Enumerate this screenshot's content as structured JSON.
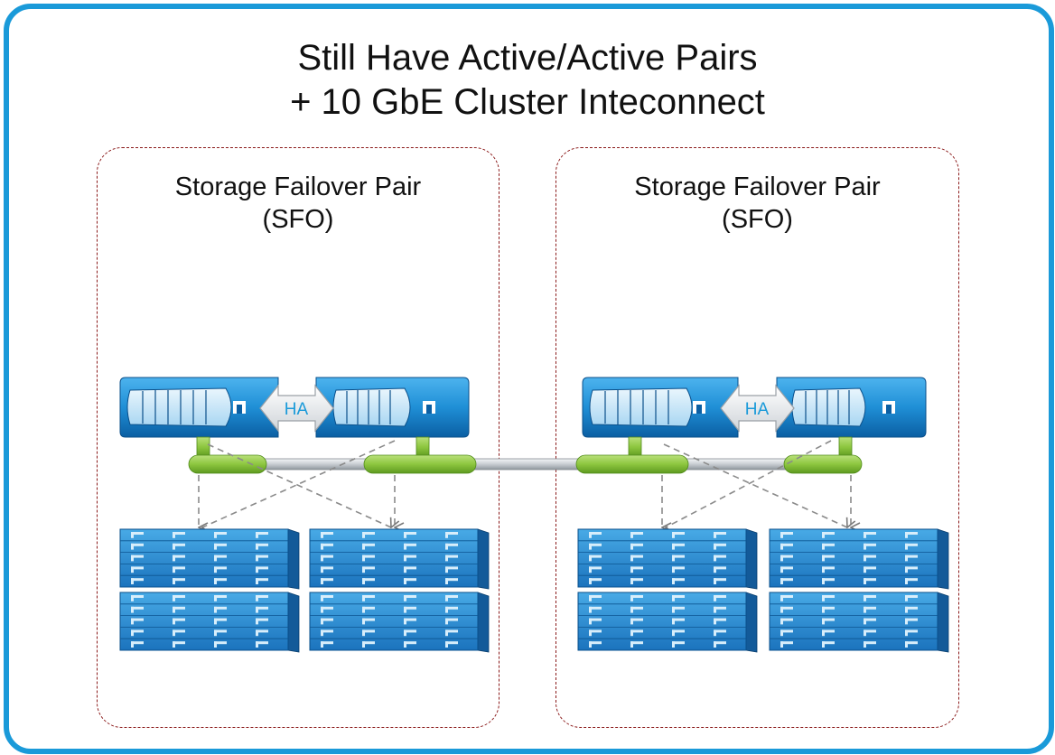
{
  "title": {
    "line1": "Still Have Active/Active Pairs",
    "line2": "+ 10 GbE Cluster Inteconnect"
  },
  "pairs": [
    {
      "label_line1": "Storage Failover Pair",
      "label_line2": "(SFO)",
      "ha_label": "HA"
    },
    {
      "label_line1": "Storage Failover Pair",
      "label_line2": "(SFO)",
      "ha_label": "HA"
    }
  ],
  "colors": {
    "frame": "#1a9ad9",
    "pair_border": "#8b1a1a",
    "controller_blue": "#1f8fd6",
    "interconnect_green": "#8dc63f",
    "interconnect_silver": "#c8cdd2",
    "shelf_blue": "#2e95d9",
    "ha_arrow": "#e3e6ea"
  },
  "icons": {
    "controller": "storage-controller-icon",
    "disk_shelf": "disk-shelf-icon",
    "ha_link": "double-arrow-icon"
  }
}
